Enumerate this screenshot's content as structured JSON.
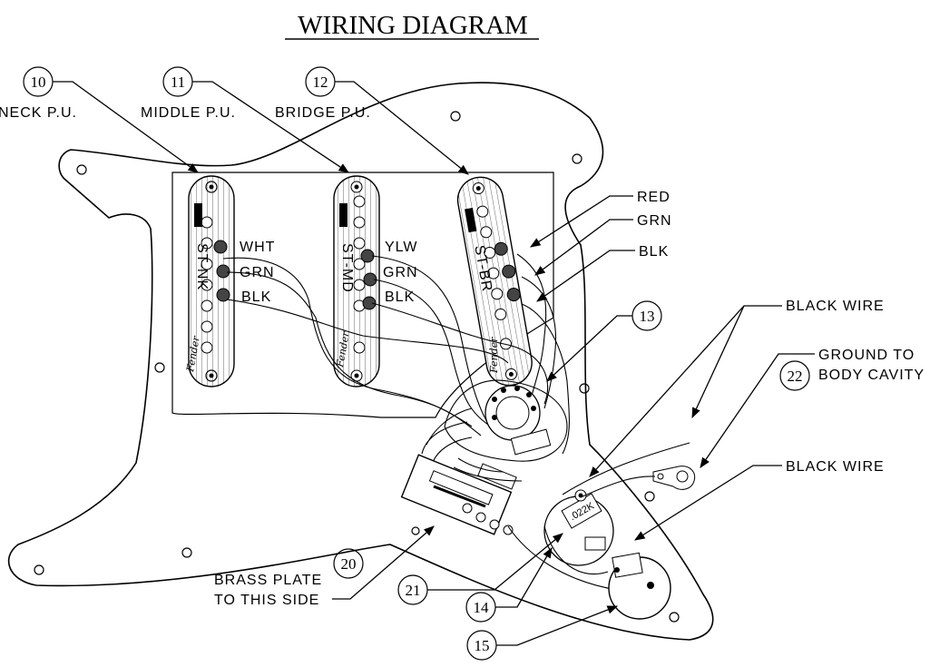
{
  "title": "WIRING DIAGRAM",
  "callouts": {
    "c10": "10",
    "c11": "11",
    "c12": "12",
    "c13": "13",
    "c14": "14",
    "c15": "15",
    "c20": "20",
    "c21": "21",
    "c22": "22"
  },
  "pickups": {
    "neck": {
      "label": "NECK P.U.",
      "model": "ST-NK",
      "wires": [
        "WHT",
        "GRN",
        "BLK"
      ]
    },
    "middle": {
      "label": "MIDDLE P.U.",
      "model": "ST-MD",
      "wires": [
        "YLW",
        "GRN",
        "BLK"
      ]
    },
    "bridge": {
      "label": "BRIDGE P.U.",
      "model": "ST-BR"
    }
  },
  "bridge_wires": [
    "RED",
    "GRN",
    "BLK"
  ],
  "notes": {
    "black_wire_1": "BLACK WIRE",
    "black_wire_2": "BLACK WIRE",
    "ground_line1": "GROUND TO",
    "ground_line2": "BODY CAVITY",
    "brass_line1": "BRASS PLATE",
    "brass_line2": "TO THIS SIDE"
  },
  "capacitor_value": ".022K",
  "brand_script": "Fender"
}
